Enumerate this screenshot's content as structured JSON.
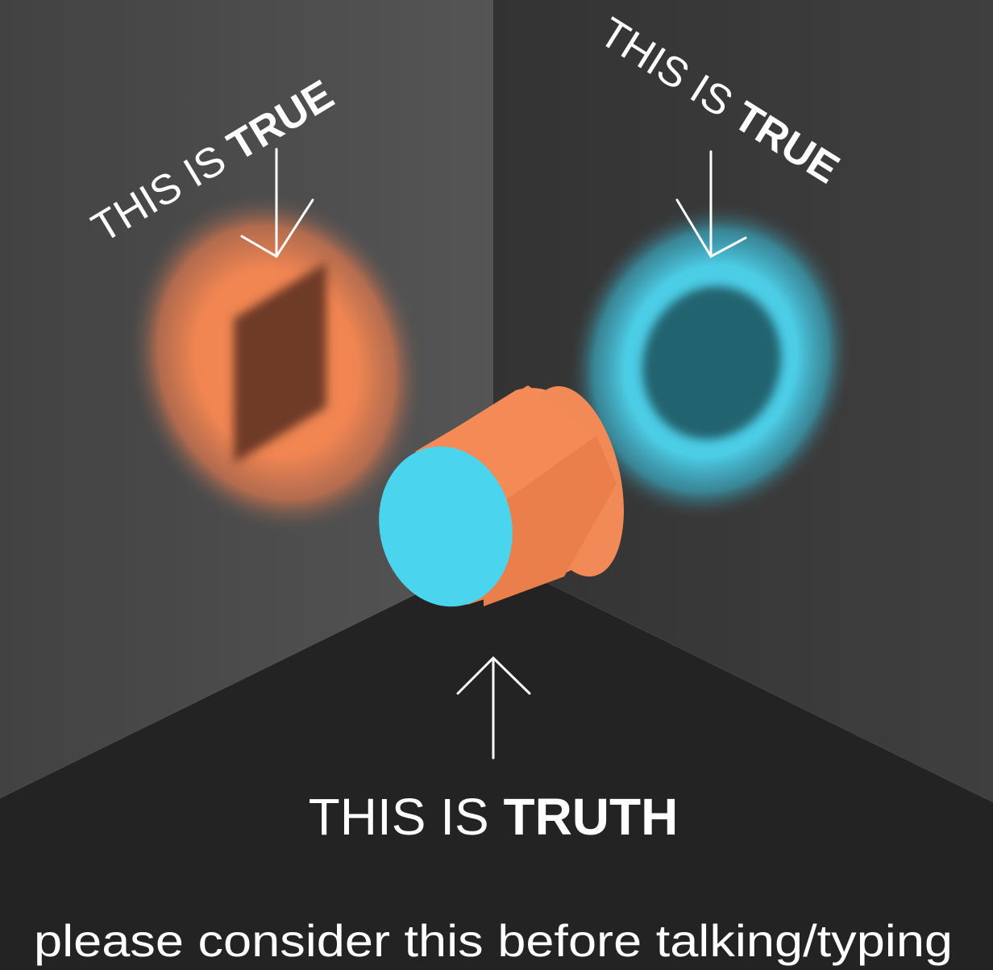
{
  "labels": {
    "left_wall": {
      "prefix": "THIS IS ",
      "emphasis": "TRUE"
    },
    "right_wall": {
      "prefix": "THIS IS ",
      "emphasis": "TRUE"
    },
    "floor": {
      "prefix": "THIS IS ",
      "emphasis": "TRUTH"
    }
  },
  "caption": "please consider this before talking/typing",
  "colors": {
    "left_wall": "#4f4f4f",
    "right_wall": "#3d3d3d",
    "floor": "#222222",
    "orange": "#f08552",
    "orange_shadow": "#6e3a26",
    "cyan": "#4fd2ec",
    "cyan_shadow": "#226470"
  }
}
